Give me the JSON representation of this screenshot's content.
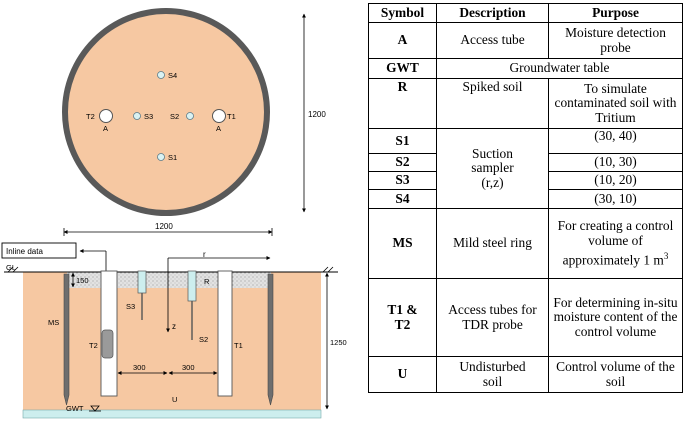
{
  "plan_view": {
    "dimension_vertical": "1200",
    "labels": {
      "s4": "S4",
      "s3": "S3",
      "s2": "S2",
      "s1": "S1",
      "t2": "T2",
      "t1": "T1",
      "a_left": "A",
      "a_right": "A"
    }
  },
  "section_view": {
    "dimension_top": "1200",
    "inline_box": "Inline data",
    "gl": "GL",
    "dim_150": "150",
    "ms": "MS",
    "s3": "S3",
    "r_zone": "R",
    "r_dim": "r",
    "z": "z",
    "t2": "T2",
    "s2": "S2",
    "t1": "T1",
    "dim_300_left": "300",
    "dim_300_right": "300",
    "dim_1250": "1250",
    "u": "U",
    "gwt": "GWT"
  },
  "table": {
    "headers": [
      "Symbol",
      "Description",
      "Purpose"
    ],
    "rows": [
      {
        "symbol": "A",
        "description": "Access tube",
        "purpose": "Moisture detection probe"
      },
      {
        "symbol": "GWT",
        "description": "Groundwater table"
      },
      {
        "symbol": "R",
        "description": "Spiked soil",
        "purpose": "To simulate contaminated soil with Tritium"
      },
      {
        "symbol": "S1",
        "purpose": "(30, 40)"
      },
      {
        "symbol": "S2",
        "purpose": "(10, 30)"
      },
      {
        "symbol": "S3",
        "purpose": "(10, 20)"
      },
      {
        "symbol": "S4",
        "purpose": "(30, 10)"
      },
      {
        "symbol": "MS",
        "description": "Mild steel ring",
        "purpose": "For creating a control volume of approximately 1 m",
        "purpose_sup": "3"
      },
      {
        "symbol": "T1 & T2",
        "description": "Access tubes for TDR probe",
        "purpose": "For determining in-situ moisture content of the control volume"
      },
      {
        "symbol": "U",
        "description": "Undisturbed soil",
        "purpose": "Control volume of the soil"
      }
    ],
    "suction_description": "Suction sampler (r,z)"
  }
}
